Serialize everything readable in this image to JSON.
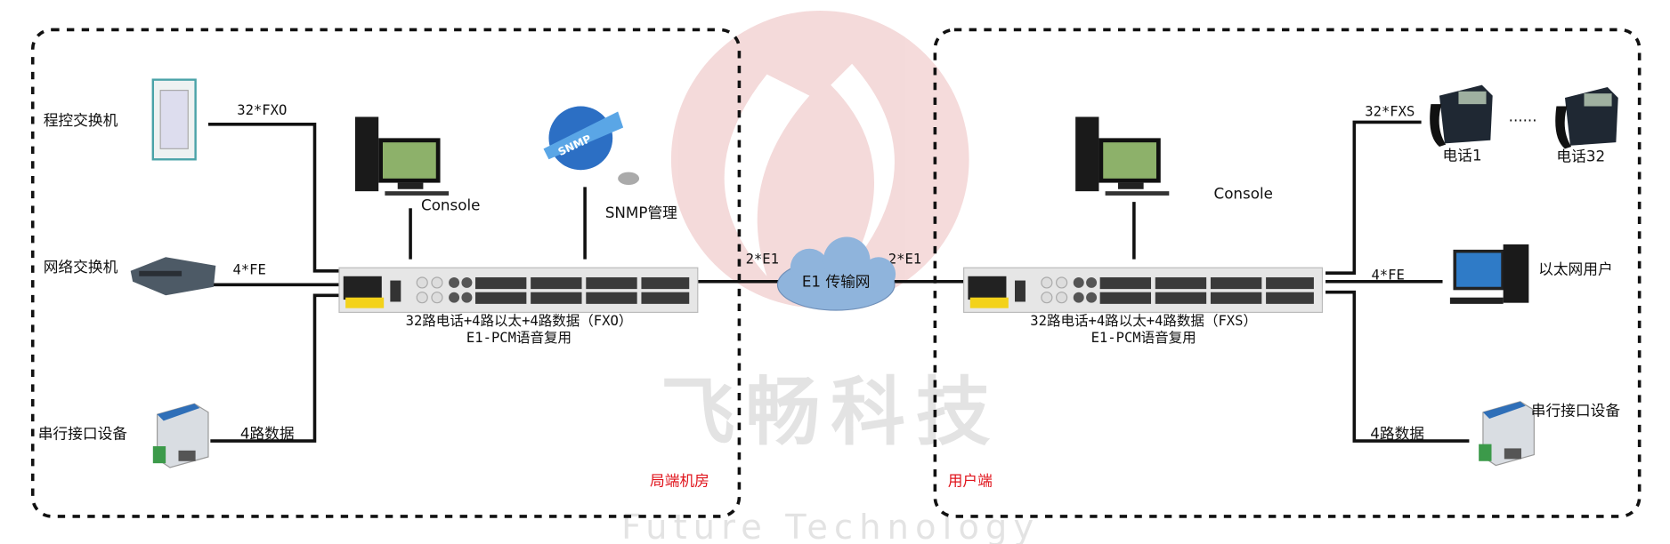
{
  "watermark": {
    "brand_cn": "飞畅科技",
    "brand_en": "Future Technology",
    "logo_color": "#f2d2d2",
    "text_color": "#e3e3e3"
  },
  "central_office": {
    "zone_label": "局端机房",
    "pbx": {
      "label": "程控交换机",
      "link": "32*FXO"
    },
    "switch": {
      "label": "网络交换机",
      "link": "4*FE"
    },
    "serial": {
      "label": "串行接口设备",
      "link": "4路数据"
    },
    "console": {
      "label": "Console"
    },
    "snmp": {
      "label": "SNMP管理",
      "globe_text": "SNMP"
    },
    "device": {
      "line1": "32路电话+4路以太+4路数据（FXO）",
      "line2": "E1-PCM语音复用"
    }
  },
  "transport": {
    "left_link": "2*E1",
    "right_link": "2*E1",
    "cloud_label": "E1 传输网"
  },
  "user_side": {
    "zone_label": "用户端",
    "console": {
      "label": "Console"
    },
    "phones": {
      "link": "32*FXS",
      "phone1": "电话1",
      "ellipsis": "......",
      "phone32": "电话32"
    },
    "ethernet": {
      "label": "以太网用户",
      "link": "4*FE"
    },
    "serial": {
      "label": "串行接口设备",
      "link": "4路数据"
    },
    "device": {
      "line1": "32路电话+4路以太+4路数据（FXS）",
      "line2": "E1-PCM语音复用"
    }
  },
  "colors": {
    "zone_label": "#e0141c",
    "wire": "#111111",
    "cloud": "#8fb4dc"
  }
}
